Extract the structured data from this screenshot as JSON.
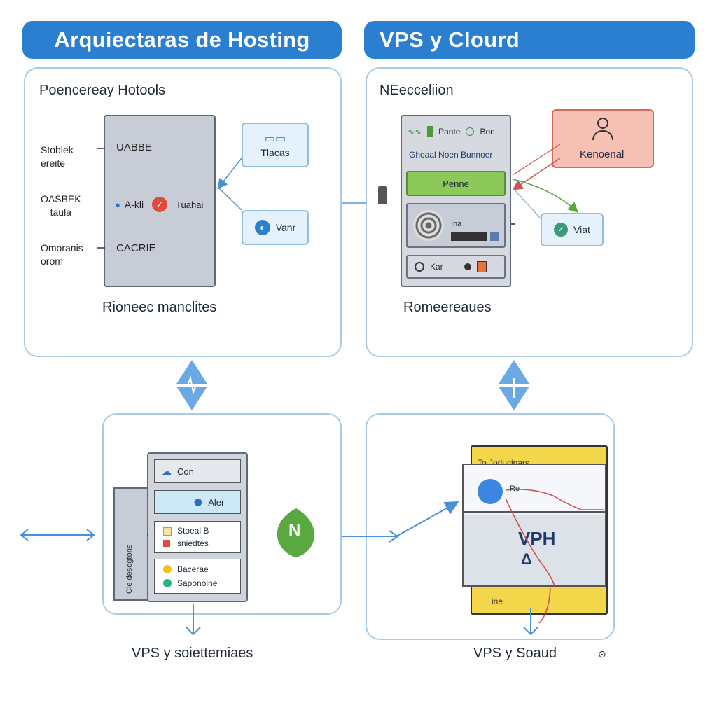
{
  "titles": {
    "left": "Arquiectaras de Hosting",
    "right": "VPS y Clourd"
  },
  "panel_tl": {
    "label": "Poencereay Hotools",
    "caption": "Rioneec manclites",
    "side_labels": [
      {
        "line1": "Stoblek",
        "line2": "ereite"
      },
      {
        "line1": "OASBEK",
        "line2": "taula"
      },
      {
        "line1": "Omoranis",
        "line2": "orom"
      }
    ],
    "server_rows": [
      "UABBE",
      "A-kli",
      "Tuahai",
      "CACRIE"
    ],
    "callout_top": "Tlacas",
    "callout_bottom": "Vanr"
  },
  "panel_tr": {
    "label": "NEecceliion",
    "caption": "Romeereaues",
    "header_items": [
      "Pante",
      "Bon"
    ],
    "subheader": "Ghoaal Noen Bunnoer",
    "green_bar": "Penne",
    "disk_label": "Ina",
    "bottom_label": "Kar",
    "user_box": "Kenoenal",
    "callout": "Viat"
  },
  "panel_bl": {
    "caption": "VPS y soiettemiaes",
    "side_text": "Cle desogtons",
    "items": [
      "Con",
      "Aler",
      "Stoeal B",
      "sniedtes",
      "Bacerae",
      "Saponoine"
    ],
    "leaf_glyph": "N"
  },
  "panel_br": {
    "caption": "VPS y Soaud",
    "yellow_header": "To Jorlucinars",
    "row_label": "Re",
    "vps_text": "VPH",
    "delta": "Δ",
    "bottom_label": "ine",
    "circle_mark": "⊙"
  },
  "colors": {
    "title_blue": "#2a7fd0",
    "panel_border": "#a9cbe6",
    "arrow_blue": "#5aa0e0",
    "server_gray": "#c8ccd6",
    "green_bar": "#8cc85a",
    "user_pink": "#f7c0b5",
    "yellow": "#f4d64a"
  }
}
